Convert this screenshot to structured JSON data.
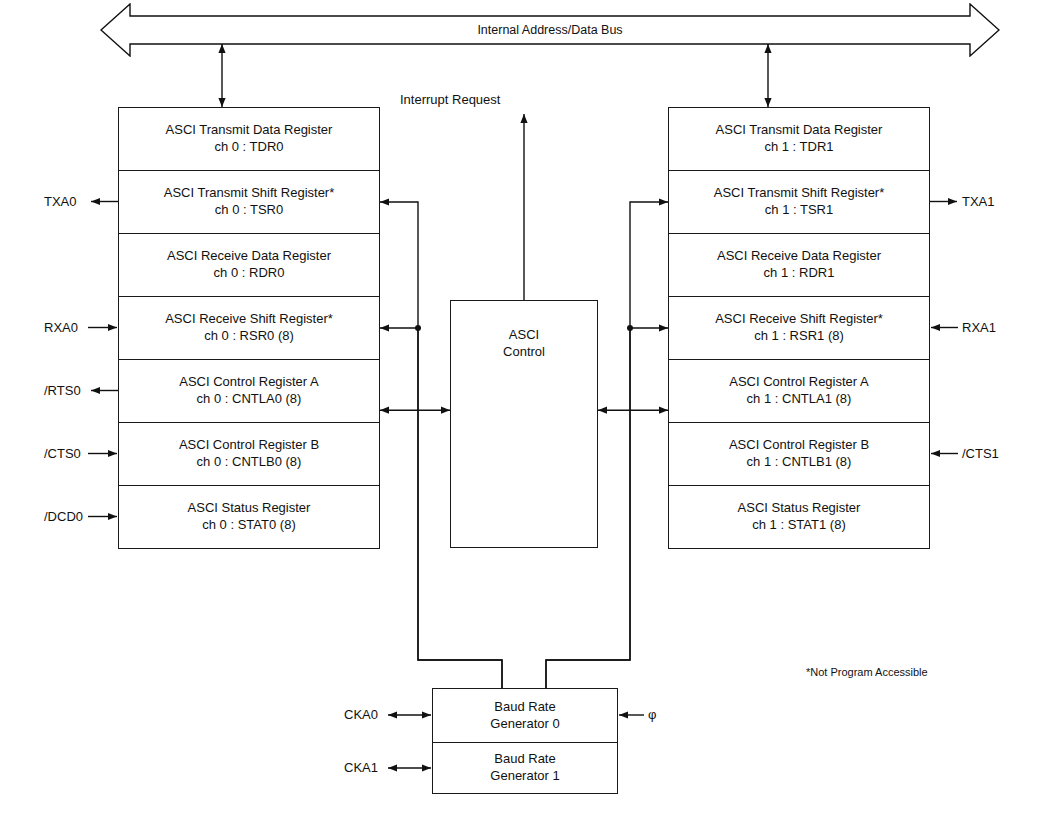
{
  "diagram": {
    "nodes": [
      {
        "text": [
          "Internal Address/Data Bus"
        ]
      },
      {
        "text": [
          "ASCI Transmit Data Register",
          "ch 0 : TDR0"
        ]
      },
      {
        "text": [
          "ASCI Transmit Shift Register*",
          "ch 0 : TSR0"
        ]
      },
      {
        "text": [
          "ASCI Receive Data Register",
          "ch 0 : RDR0"
        ]
      },
      {
        "text": [
          "ASCI Receive Shift Register*",
          "ch 0 : RSR0 (8)"
        ]
      },
      {
        "text": [
          "ASCI Control Register A",
          "ch 0 : CNTLA0 (8)"
        ]
      },
      {
        "text": [
          "ASCI Control Register B",
          "ch 0 : CNTLB0 (8)"
        ]
      },
      {
        "text": [
          "ASCI Status Register",
          "ch 0 : STAT0 (8)"
        ]
      },
      {
        "text": [
          "ASCI Control"
        ]
      },
      {
        "text": [
          "ASCI Transmit Data Register",
          "ch 1 : TDR1"
        ]
      },
      {
        "text": [
          "ASCI Transmit Shift Register*",
          "ch 1 : TSR1"
        ]
      },
      {
        "text": [
          "ASCI Receive Data Register",
          "ch 1 : RDR1"
        ]
      },
      {
        "text": [
          "ASCI Receive Shift Register*",
          "ch 1 : RSR1 (8)"
        ]
      },
      {
        "text": [
          "ASCI Control Register A",
          "ch 1 : CNTLA1 (8)"
        ]
      },
      {
        "text": [
          "ASCI Control Register B",
          "ch 1 : CNTLB1 (8)"
        ]
      },
      {
        "text": [
          "ASCI Status Register",
          "ch 1 : STAT1 (8)"
        ]
      },
      {
        "text": [
          "Baud Rate Generator 0"
        ]
      },
      {
        "text": [
          "Baud Rate Generator 1"
        ]
      }
    ],
    "edges": [
      {
        "from": 0,
        "to": 1,
        "arrow": "both"
      },
      {
        "from": 0,
        "to": 9,
        "arrow": "both"
      },
      {
        "from": 8,
        "to": 5,
        "arrow": "both"
      },
      {
        "from": 8,
        "to": 13,
        "arrow": "both"
      },
      {
        "from": 16,
        "to": 2,
        "arrow": "to"
      },
      {
        "from": 16,
        "to": 4,
        "arrow": "to"
      },
      {
        "from": 16,
        "to": 10,
        "arrow": "to"
      },
      {
        "from": 16,
        "to": 12,
        "arrow": "to"
      }
    ],
    "labels": [
      "Interrupt Request",
      "TXA0",
      "RXA0",
      "/RTS0",
      "/CTS0",
      "/DCD0",
      "TXA1",
      "RXA1",
      "/CTS1",
      "CKA0",
      "CKA1",
      "φ",
      "*Not Program Accessible"
    ]
  }
}
